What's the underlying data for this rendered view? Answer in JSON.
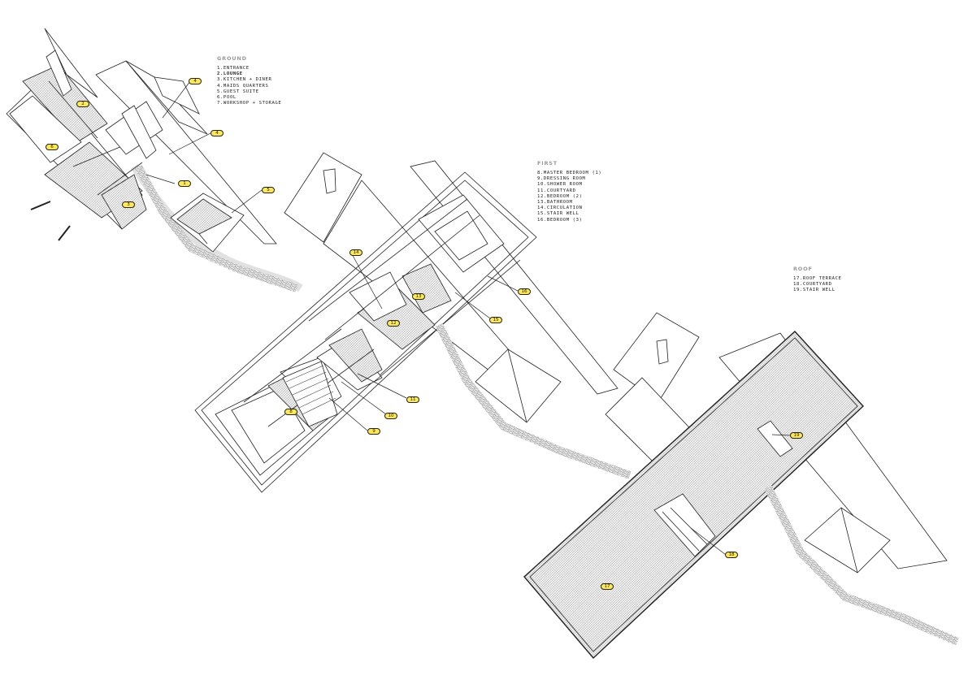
{
  "colors": {
    "line": "#222222",
    "hatch": "#8a8a8a",
    "tag_fill": "#ffe94d",
    "legend_title": "#9a9a9a"
  },
  "legends": {
    "ground": {
      "title": "GROUND",
      "items": [
        "1.Entrance",
        "2.Lounge",
        "3.Kitchen + Diner",
        "4.Maids Quarters",
        "5.Guest Suite",
        "6.Pool",
        "7.Workshop + Storage"
      ]
    },
    "first": {
      "title": "FIRST",
      "items": [
        "8.Master Bedroom (1)",
        "9.Dressing Room",
        "10.Shower Room",
        "11.Courtyard",
        "12.Bedroom (2)",
        "13.Bathroom",
        "14.Circulation",
        "15.Stair Well",
        "16.Bedroom (3)"
      ]
    },
    "roof": {
      "title": "ROOF",
      "items": [
        "17.Roof terrace",
        "18.Courtyard",
        "19.stair Well"
      ]
    }
  },
  "tags": {
    "t1": "1",
    "t2": "2",
    "t3": "3",
    "t4": "4",
    "t4b": "4",
    "t5": "5",
    "t6": "6",
    "t8": "8",
    "t9": "9",
    "t10": "10",
    "t11": "11",
    "t12": "12",
    "t13": "13",
    "t14": "14",
    "t15": "15",
    "t16": "16",
    "t17": "17",
    "t18": "18",
    "t19": "19"
  }
}
